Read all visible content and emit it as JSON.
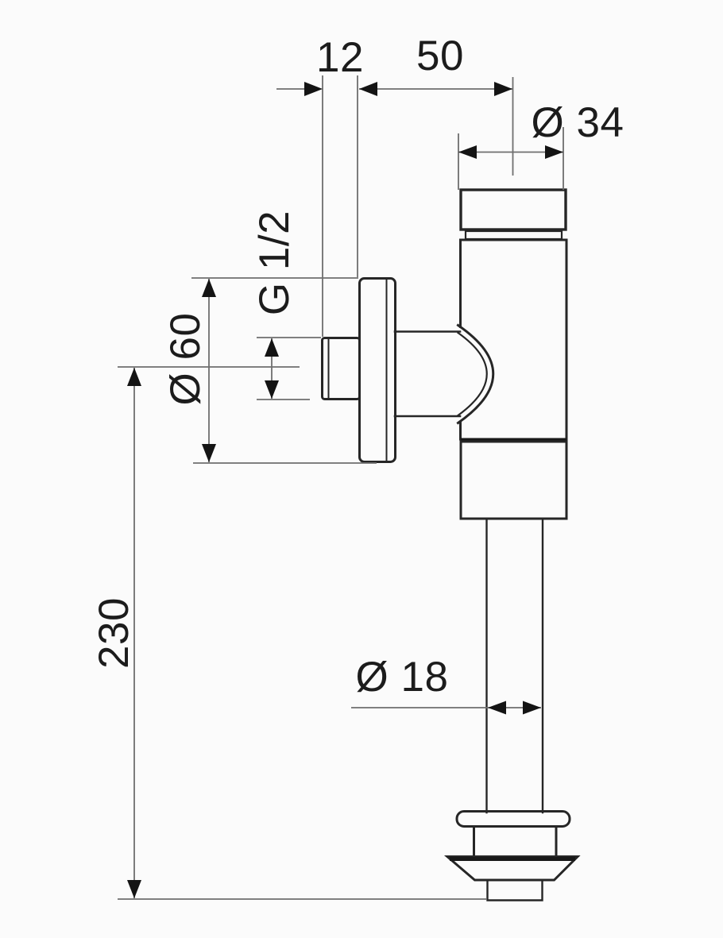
{
  "drawing": {
    "title": "urinal flush valve technical dimension drawing",
    "dimensions": {
      "wall_offset": "12",
      "center_distance": "50",
      "body_diameter": "Ø 34",
      "thread": "G 1/2",
      "rosette_diameter": "Ø 60",
      "height": "230",
      "pipe_diameter": "Ø 18"
    },
    "colors": {
      "background": "#fbfbfb",
      "line": "#262626",
      "dim": "#6f6f6f",
      "arrow": "#141414",
      "text": "#1c1c1c"
    }
  }
}
